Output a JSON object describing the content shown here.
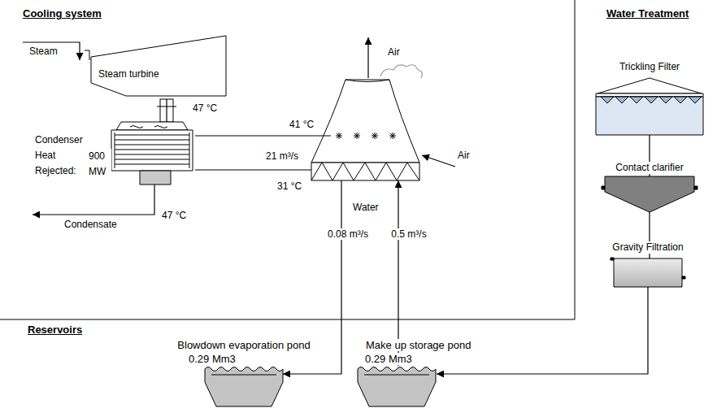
{
  "diagram": {
    "nodes": [
      {
        "text": [
          "Steam turbine"
        ]
      },
      {
        "text": [
          "Condenser Heat Rejected:",
          "900 MW"
        ]
      },
      {
        "text": []
      },
      {
        "text": [
          "Trickling Filter"
        ]
      },
      {
        "text": [
          "Contact clarifier"
        ]
      },
      {
        "text": [
          "Gravity Filtration"
        ]
      },
      {
        "text": [
          "Blowdown evaporation pond",
          "0.29 Mm3"
        ]
      },
      {
        "text": [
          "Make up storage pond",
          "0.29 Mm3"
        ]
      }
    ],
    "edges": [
      {
        "from": 0,
        "to": 1,
        "arrow": "none"
      },
      {
        "from": 1,
        "to": 2,
        "label": "41 °C",
        "arrow": "none"
      },
      {
        "from": 2,
        "to": 1,
        "label": "31 °C",
        "arrow": "none"
      },
      {
        "from": 2,
        "to": 6,
        "label": "0.08 m³/s",
        "arrow": "to"
      },
      {
        "from": 7,
        "to": 2,
        "label": "0.5 m³/s",
        "arrow": "to"
      },
      {
        "from": 3,
        "to": 4,
        "arrow": "none"
      },
      {
        "from": 4,
        "to": 5,
        "arrow": "none"
      },
      {
        "from": 5,
        "to": 7,
        "arrow": "to"
      }
    ],
    "labels": [
      "Cooling system",
      "Water Treatment",
      "Steam",
      "47 °C",
      "Condensate",
      "47 °C",
      "21 m³/s",
      "Air",
      "Air",
      "Water",
      "Reservoirs"
    ]
  }
}
